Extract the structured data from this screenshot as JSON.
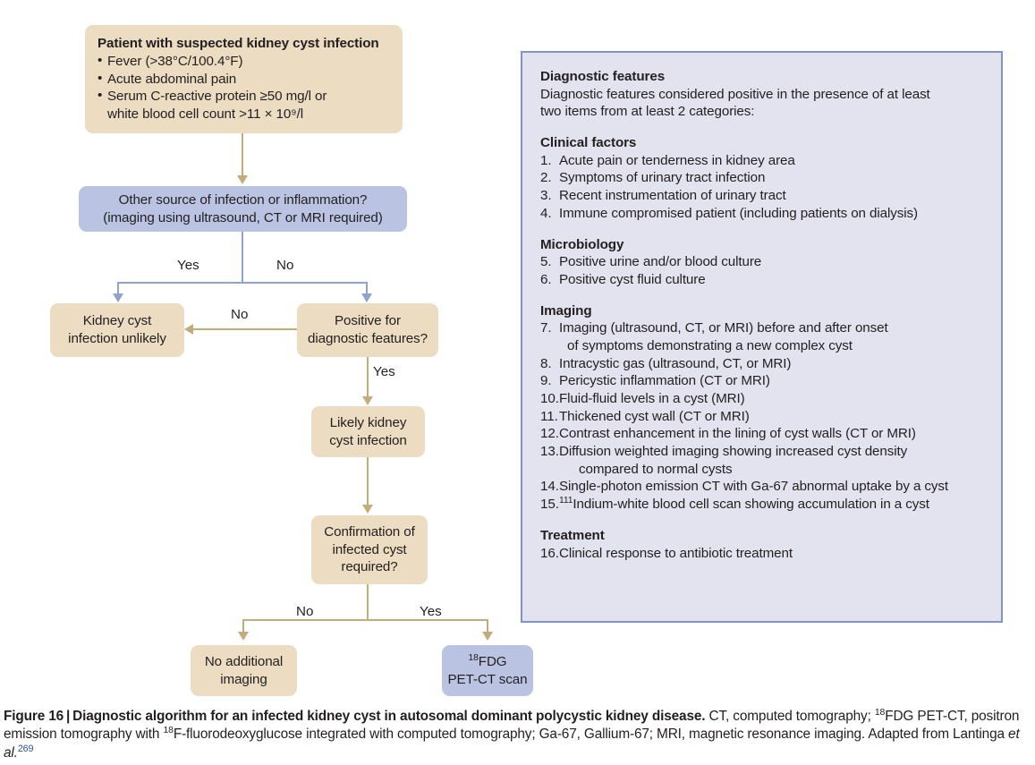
{
  "figure": {
    "label": "Figure 16",
    "separator": "|",
    "title": "Diagnostic algorithm for an infected kidney cyst in autosomal dominant polycystic kidney disease.",
    "body_1": " CT, computed tomography; ",
    "body_sup_1": "18",
    "body_2": "FDG PET-CT, positron emission tomography with ",
    "body_sup_2": "18",
    "body_3": "F-fluorodeoxyglucose integrated with computed tomography; Ga-67, Gallium-67; MRI, magnetic resonance imaging. Adapted from Lantinga ",
    "body_italic": "et al.",
    "reference": "269"
  },
  "flowchart": {
    "start_node": {
      "title": "Patient with suspected kidney cyst infection",
      "bullets": [
        "Fever (>38°C/100.4°F)",
        "Acute abdominal pain",
        "Serum C-reactive protein ≥50 mg/l or\nwhite blood cell count >11 × 10⁹/l"
      ]
    },
    "other_source_node": {
      "line1": "Other source of infection or inflammation?",
      "line2": "(imaging using ultrasound, CT or MRI required)"
    },
    "unlikely_node": {
      "line1": "Kidney cyst",
      "line2": "infection unlikely"
    },
    "positive_features_node": {
      "line1": "Positive for",
      "line2": "diagnostic features?"
    },
    "likely_infection_node": {
      "line1": "Likely kidney",
      "line2": "cyst infection"
    },
    "confirmation_node": {
      "line1": "Confirmation of",
      "line2": "infected cyst",
      "line3": "required?"
    },
    "no_imaging_node": {
      "line1": "No additional",
      "line2": "imaging"
    },
    "pet_ct_node": {
      "sup": "18",
      "line1": "FDG",
      "line2": "PET-CT scan"
    },
    "edges": {
      "other_source_yes": "Yes",
      "other_source_no": "No",
      "features_no": "No",
      "features_yes": "Yes",
      "confirmation_no": "No",
      "confirmation_yes": "Yes"
    }
  },
  "features_panel": {
    "heading": "Diagnostic features",
    "subheading_line1": "Diagnostic features considered positive in the presence of at least",
    "subheading_line2": "two items from at least 2 categories:",
    "categories": [
      {
        "title": "Clinical factors",
        "items": [
          {
            "num": "1.",
            "text": "Acute pain or tenderness in kidney area"
          },
          {
            "num": "2.",
            "text": "Symptoms of urinary tract infection"
          },
          {
            "num": "3.",
            "text": "Recent instrumentation of urinary tract"
          },
          {
            "num": "4.",
            "text": "Immune compromised patient (including patients on dialysis)"
          }
        ]
      },
      {
        "title": "Microbiology",
        "items": [
          {
            "num": "5.",
            "text": "Positive urine and/or blood culture"
          },
          {
            "num": "6.",
            "text": "Positive cyst fluid culture"
          }
        ]
      },
      {
        "title": "Imaging",
        "items": [
          {
            "num": "7.",
            "text": "Imaging (ultrasound, CT, or MRI) before and after onset",
            "cont": "of symptoms demonstrating a new complex cyst"
          },
          {
            "num": "8.",
            "text": "Intracystic gas (ultrasound, CT, or MRI)"
          },
          {
            "num": "9.",
            "text": "Pericystic inflammation (CT or MRI)"
          },
          {
            "num": "10.",
            "text": "Fluid-fluid levels in a cyst (MRI)"
          },
          {
            "num": "11.",
            "text": "Thickened cyst wall (CT or MRI)"
          },
          {
            "num": "12.",
            "text": "Contrast enhancement in the lining of cyst walls (CT or MRI)"
          },
          {
            "num": "13.",
            "text": "Diffusion weighted imaging showing increased cyst density",
            "cont": "compared to normal cysts"
          },
          {
            "num": "14.",
            "text": "Single-photon emission CT with Ga-67 abnormal uptake by a cyst"
          },
          {
            "num": "15.",
            "sup": "111",
            "text": "Indium-white blood cell scan showing accumulation in a cyst"
          }
        ]
      },
      {
        "title": "Treatment",
        "items": [
          {
            "num": "16.",
            "text": "Clinical response to antibiotic treatment"
          }
        ]
      }
    ]
  },
  "colors": {
    "tan_fill": "#ecdcc2",
    "blue_fill": "#bac4e2",
    "panel_fill": "#e3e3ef",
    "panel_border": "#8194c6",
    "tan_line": "#c3ac7c",
    "blue_line": "#8ea4ce",
    "text": "#231f20",
    "reference_link": "#2f5496"
  }
}
